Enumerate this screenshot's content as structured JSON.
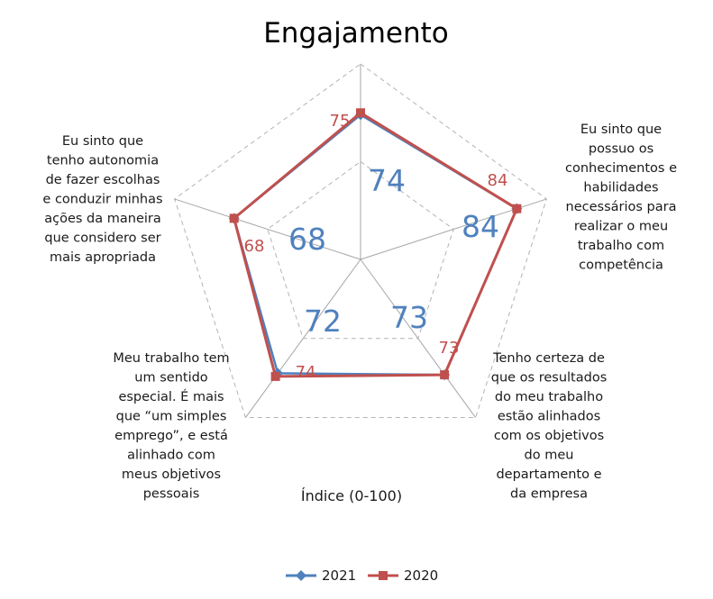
{
  "chart_data": {
    "type": "radar",
    "title": "Engajamento",
    "axis_title": "Índice  (0-100)",
    "range": [
      0,
      100
    ],
    "categories": [
      {
        "id": "c1",
        "label": [
          "Eu sinto que",
          "possuo os",
          "conhecimentos e",
          "habilidades",
          "necessários para",
          "realizar o meu",
          "trabalho com",
          "competência"
        ]
      },
      {
        "id": "c2",
        "label": [
          "Tenho certeza de",
          "que os resultados",
          "do meu trabalho",
          "estão alinhados",
          "com os objetivos",
          "do meu",
          "departamento e",
          "da empresa"
        ]
      },
      {
        "id": "c3",
        "label": [
          "Meu trabalho tem",
          "um sentido",
          "especial. É mais",
          "que “um simples",
          "emprego”, e está",
          "alinhado com",
          "meus objetivos",
          "pessoais"
        ]
      },
      {
        "id": "c4",
        "label": [
          "Eu sinto que",
          "tenho autonomia",
          "de fazer escolhas",
          "e conduzir minhas",
          "ações da maneira",
          "que considero ser",
          "mais apropriada"
        ]
      },
      {
        "id": "c0",
        "label": []
      }
    ],
    "axis_order": [
      "c0",
      "c1",
      "c2",
      "c3",
      "c4"
    ],
    "series": [
      {
        "name": "2021",
        "color": "#4f81bd",
        "marker": "diamond",
        "values": [
          74,
          84,
          73,
          72,
          68
        ]
      },
      {
        "name": "2020",
        "color": "#c0504d",
        "marker": "square",
        "values": [
          75,
          84,
          73,
          74,
          68
        ]
      }
    ],
    "value_labels": {
      "2021": [
        "74",
        "84",
        "73",
        "72",
        "68"
      ],
      "2020": [
        "75",
        "84",
        "73",
        "74",
        "68"
      ]
    },
    "legend": "bottom"
  }
}
